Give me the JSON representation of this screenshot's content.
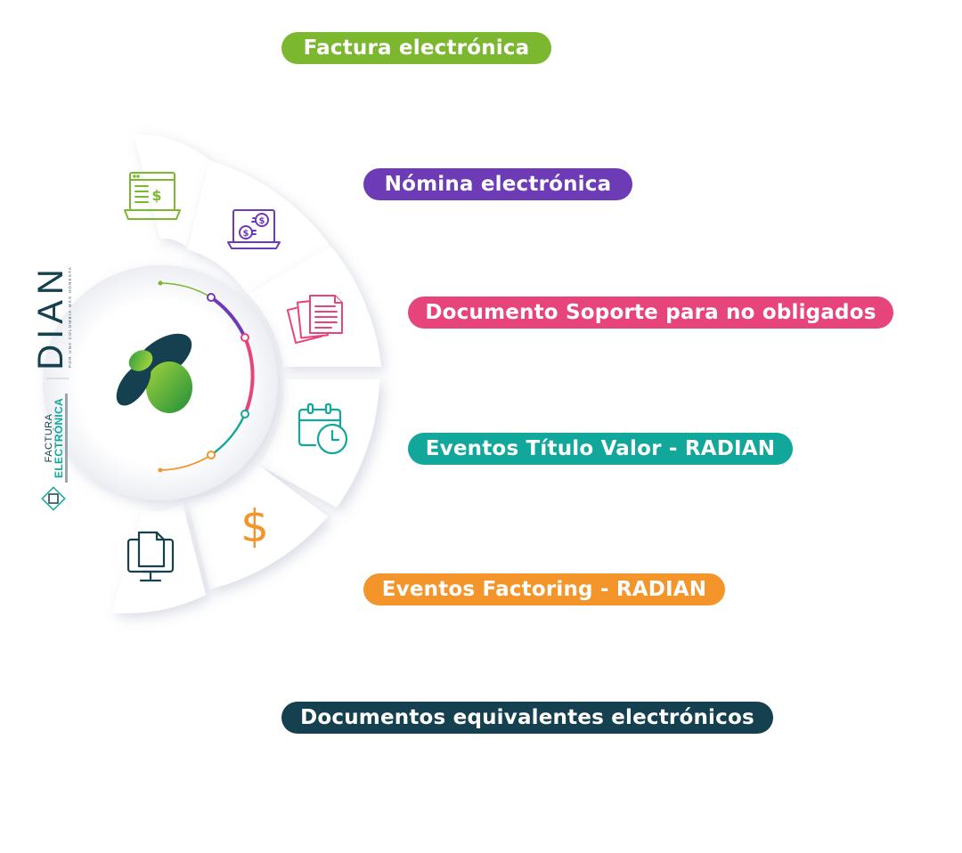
{
  "categories": [
    {
      "label": "Factura electrónica",
      "color": "#7cb82f",
      "icon": "invoice-laptop-icon"
    },
    {
      "label": "Nómina electrónica",
      "color": "#6c3bb5",
      "icon": "payroll-laptop-icon"
    },
    {
      "label": "Documento Soporte para no obligados",
      "color": "#e8447c",
      "icon": "documents-stack-icon"
    },
    {
      "label": "Eventos Título Valor - RADIAN",
      "color": "#11a89b",
      "icon": "calendar-clock-icon"
    },
    {
      "label": "Eventos Factoring - RADIAN",
      "color": "#f4952b",
      "icon": "dollar-sign-icon"
    },
    {
      "label": "Documentos equivalentes electrónicos",
      "color": "#15404f",
      "icon": "monitor-document-icon"
    }
  ],
  "branding": {
    "dian": "DIAN",
    "dian_tagline": "POR UNA COLOMBIA MÁS HONESTA",
    "factura_top": "FACTURA",
    "factura_bottom": "ELECTRÓNICA"
  }
}
